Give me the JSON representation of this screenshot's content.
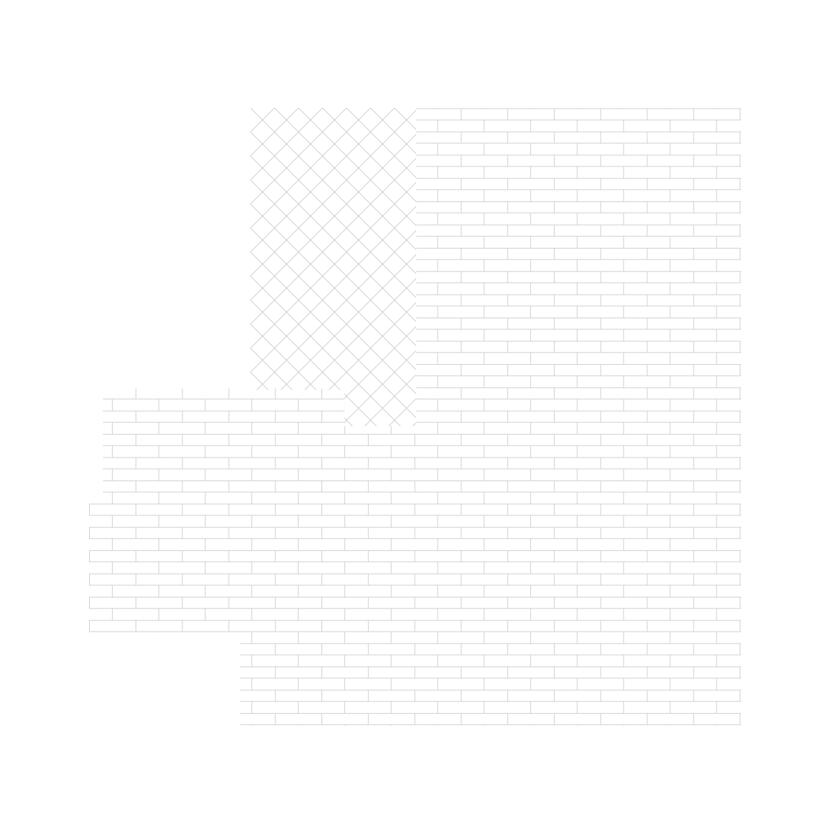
{
  "plan": {
    "line_color": "#cfcfcf",
    "background_color": "#ffffff",
    "regions": [
      {
        "id": "diagonal-lattice-zone",
        "pattern": "diagonal-lattice"
      },
      {
        "id": "upper-right-brick-zone",
        "pattern": "running-bond-brick"
      },
      {
        "id": "main-brick-zone",
        "pattern": "running-bond-brick"
      },
      {
        "id": "left-brick-zone",
        "pattern": "running-bond-brick"
      },
      {
        "id": "bottom-brick-zone",
        "pattern": "running-bond-brick"
      }
    ]
  }
}
